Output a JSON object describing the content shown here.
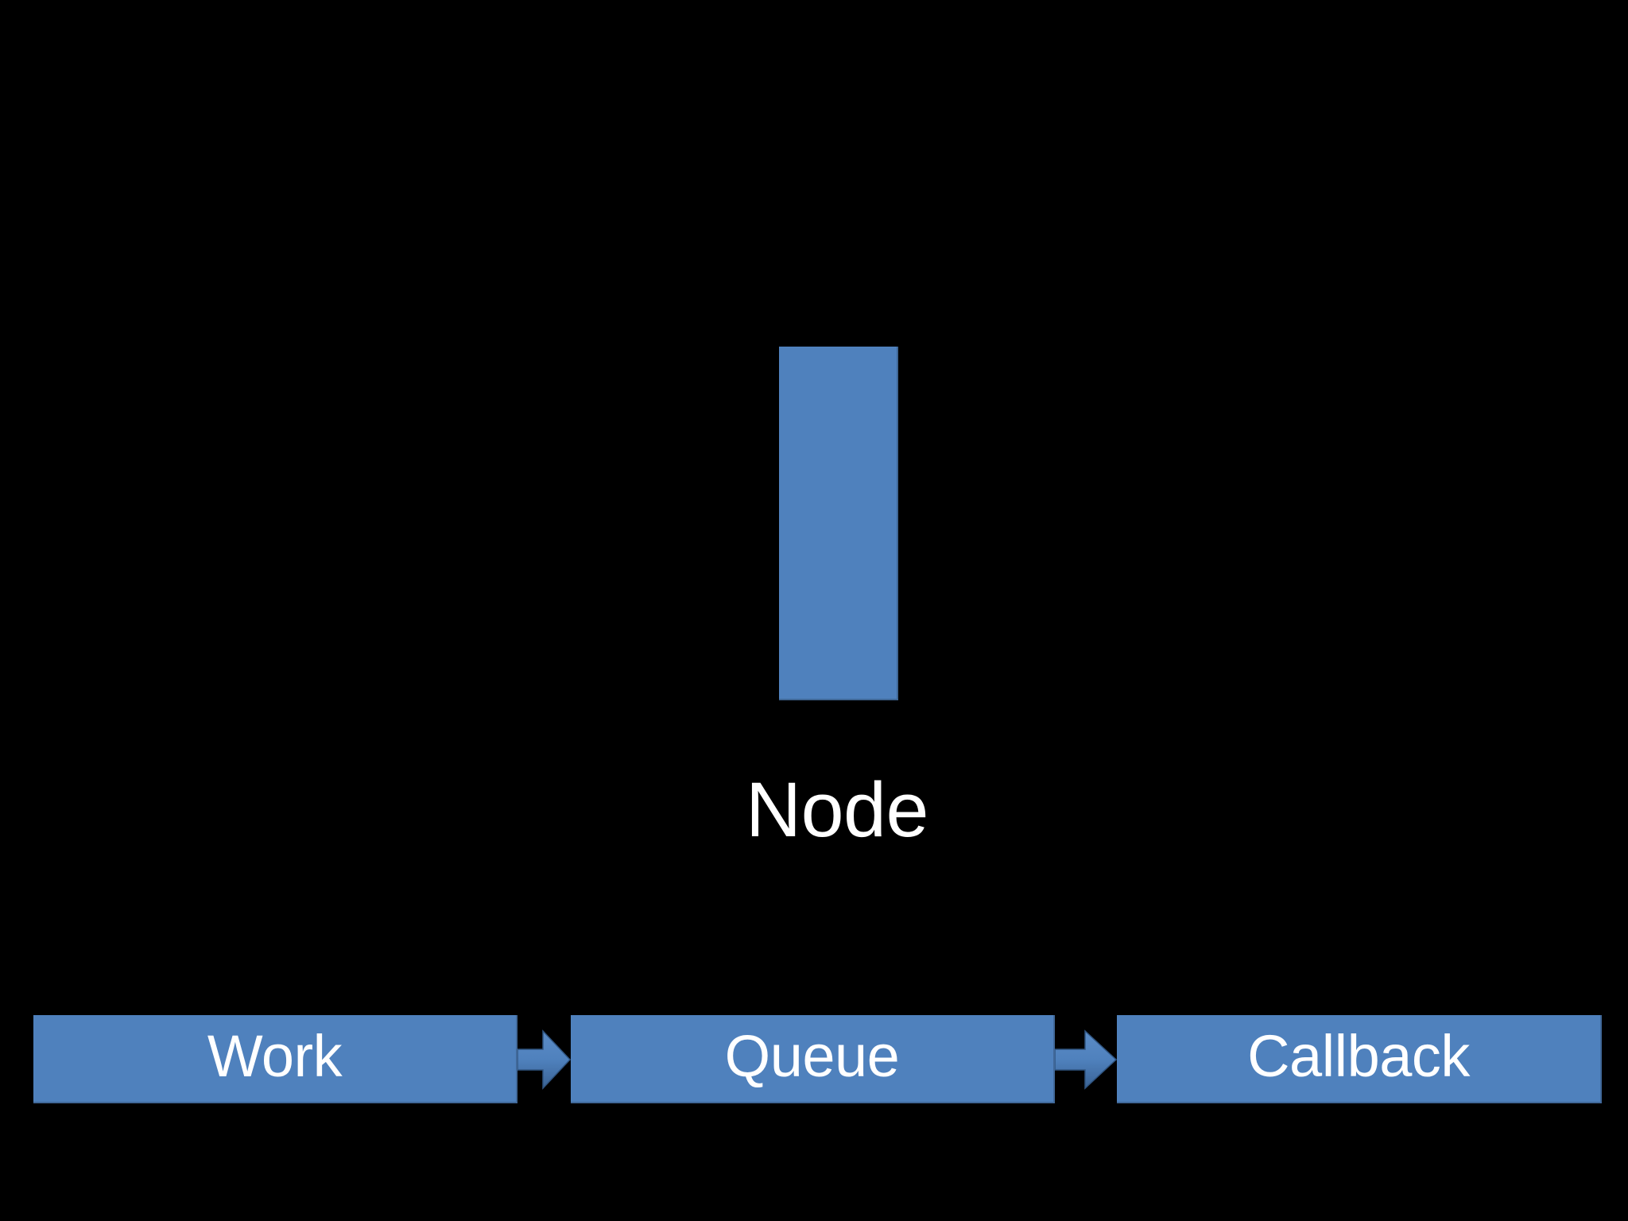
{
  "slide": {
    "background_color": "#000000",
    "accent_color": "#4F81BD",
    "text_color": "#FFFFFF"
  },
  "node_column": {
    "bar_name": "node-bar",
    "label": "Node"
  },
  "flow": {
    "boxes": [
      {
        "label": "Work"
      },
      {
        "label": "Queue"
      },
      {
        "label": "Callback"
      }
    ],
    "arrows": [
      {
        "icon": "arrow-right-icon"
      },
      {
        "icon": "arrow-right-icon"
      }
    ]
  }
}
